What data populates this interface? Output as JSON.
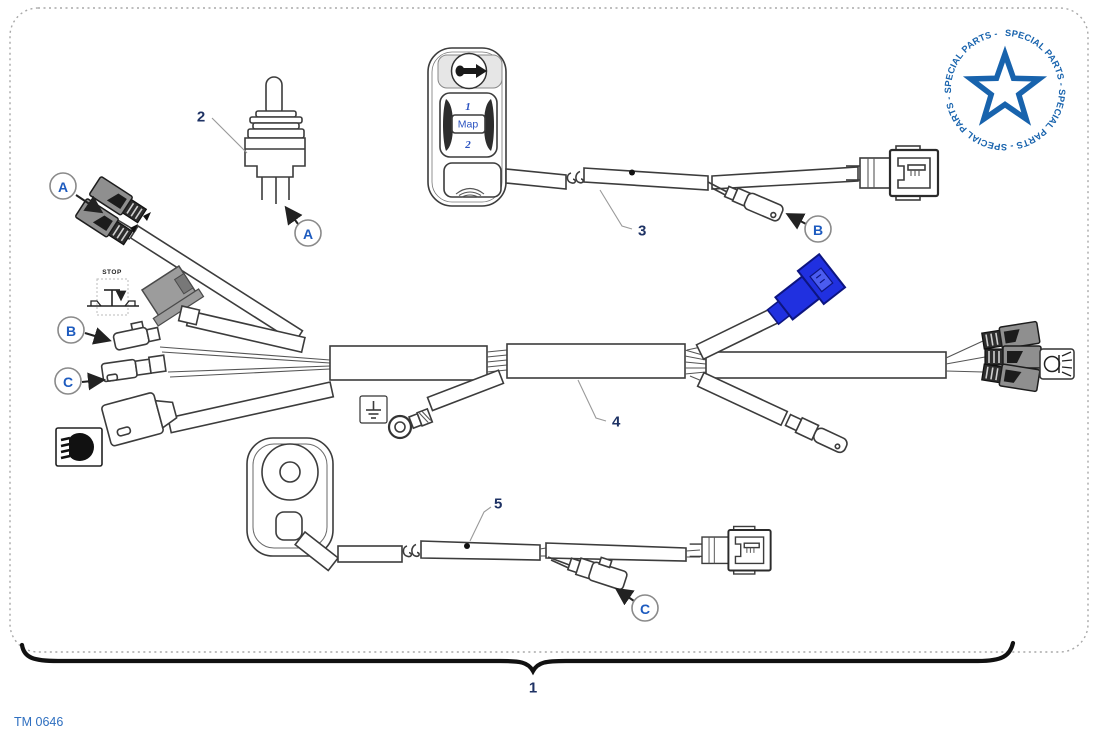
{
  "page": {
    "code": "TM 0646"
  },
  "stamp": {
    "text": "SPECIAL PARTS - SPECIAL PARTS - SPECIAL PARTS - SPECIAL PARTS - "
  },
  "callouts": {
    "part_1": "1",
    "part_2": "2",
    "part_3": "3",
    "part_4": "4",
    "part_5": "5",
    "ref_a": "A",
    "ref_b": "B",
    "ref_c": "C"
  },
  "map_switch": {
    "button_top": "1",
    "button_middle": "Map",
    "button_bottom": "2"
  },
  "icons": {
    "stop_label": "STOP",
    "headlight_icon": "low-beam-headlight",
    "lamp_icon": "position-lamp",
    "ground_icon": "earth-ground"
  },
  "colors": {
    "line": "#3c3c3c",
    "connector_blue": "#2030e0",
    "connector_gray": "#9c9c9c",
    "terminal_dark": "#2d2d2d",
    "label_number": "#1e3264",
    "label_letter": "#1d5bbf",
    "code_text": "#2e6fc0",
    "stamp_blue": "#1863ad"
  }
}
